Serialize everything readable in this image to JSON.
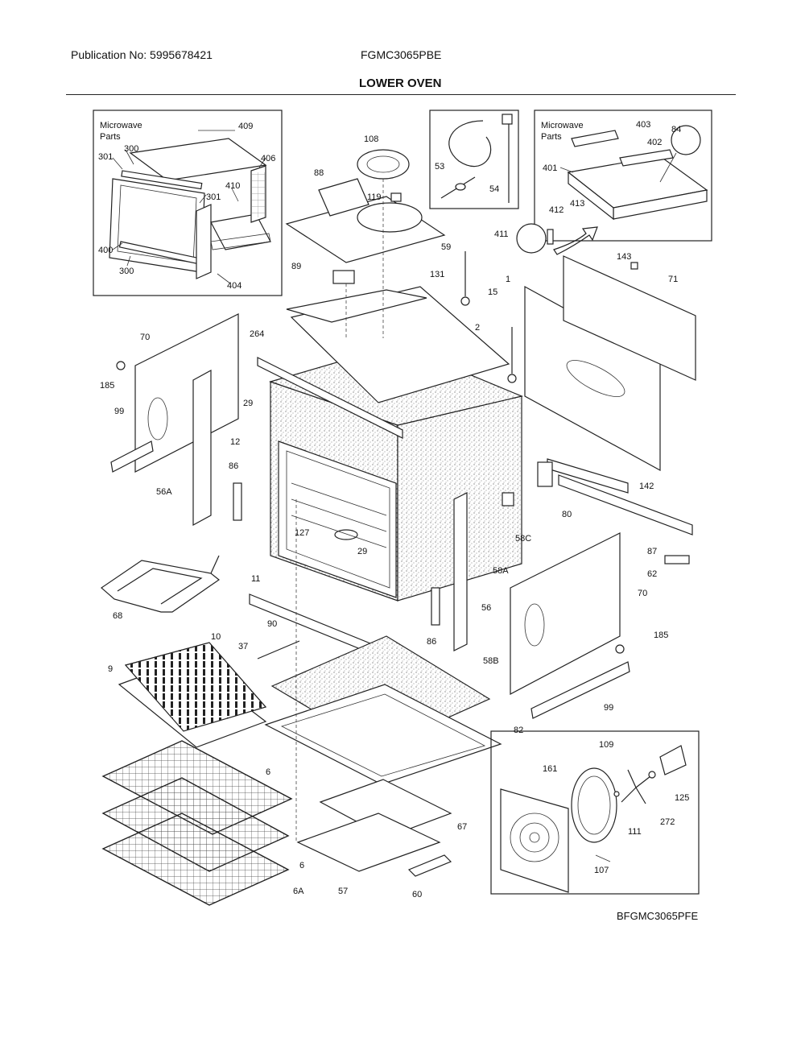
{
  "header": {
    "publication": "Publication No: 5995678421",
    "model": "FGMC3065PBE",
    "section_title": "LOWER OVEN"
  },
  "footer": {
    "diagram_code": "BFGMC3065PFE"
  },
  "insets": {
    "microwave_left": {
      "title_line1": "Microwave",
      "title_line2": "Parts"
    },
    "microwave_right": {
      "title_line1": "Microwave",
      "title_line2": "Parts"
    }
  },
  "callouts": {
    "c409": "409",
    "c300a": "300",
    "c301a": "301",
    "c406": "406",
    "c301b": "301",
    "c410": "410",
    "c400": "400",
    "c300b": "300",
    "c404": "404",
    "c108": "108",
    "c88": "88",
    "c119": "119",
    "c59": "59",
    "c89": "89",
    "c131": "131",
    "c15": "15",
    "c53": "53",
    "c54": "54",
    "c403": "403",
    "c84": "84",
    "c402": "402",
    "c401": "401",
    "c413": "413",
    "c412": "412",
    "c411": "411",
    "c143": "143",
    "c1": "1",
    "c71": "71",
    "c2": "2",
    "c264": "264",
    "c70a": "70",
    "c185a": "185",
    "c99a": "99",
    "c29a": "29",
    "c12": "12",
    "c86a": "86",
    "c56A": "56A",
    "c127": "127",
    "c29b": "29",
    "c142": "142",
    "c80": "80",
    "c58C": "58C",
    "c58A": "58A",
    "c87": "87",
    "c62": "62",
    "c11": "11",
    "c68": "68",
    "c90": "90",
    "c56": "56",
    "c86b": "86",
    "c70b": "70",
    "c185b": "185",
    "c37": "37",
    "c10": "10",
    "c9": "9",
    "c58B": "58B",
    "c99b": "99",
    "c82": "82",
    "c109": "109",
    "c161": "161",
    "c125": "125",
    "c272": "272",
    "c111": "111",
    "c6a": "6",
    "c67": "67",
    "c6b": "6",
    "c107": "107",
    "c6A": "6A",
    "c57": "57",
    "c60": "60"
  }
}
